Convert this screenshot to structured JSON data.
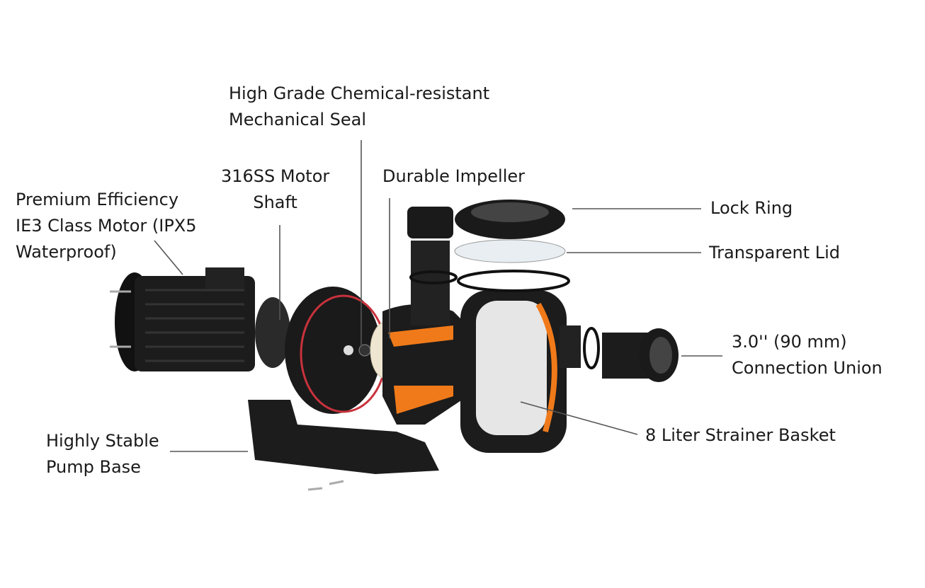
{
  "labels": {
    "seal": {
      "line1": "High Grade Chemical-resistant",
      "line2": "Mechanical Seal"
    },
    "shaft": {
      "line1": "316SS Motor",
      "line2": "Shaft"
    },
    "impeller": {
      "line1": "Durable Impeller"
    },
    "motor": {
      "line1": "Premium Efficiency",
      "line2": "IE3 Class Motor (IPX5",
      "line3": "Waterproof)"
    },
    "lock_ring": {
      "line1": "Lock Ring"
    },
    "lid": {
      "line1": "Transparent Lid"
    },
    "union": {
      "line1": "3.0'' (90 mm)",
      "line2": "Connection Union"
    },
    "basket": {
      "line1": "8 Liter Strainer Basket"
    },
    "base": {
      "line1": "Highly Stable",
      "line2": "Pump Base"
    }
  },
  "colors": {
    "body": "#1c1c1c",
    "cutaway": "#f07a1a",
    "seal_ring": "#c8323c",
    "impeller": "#efe6d2",
    "leader_line": "#555555"
  }
}
